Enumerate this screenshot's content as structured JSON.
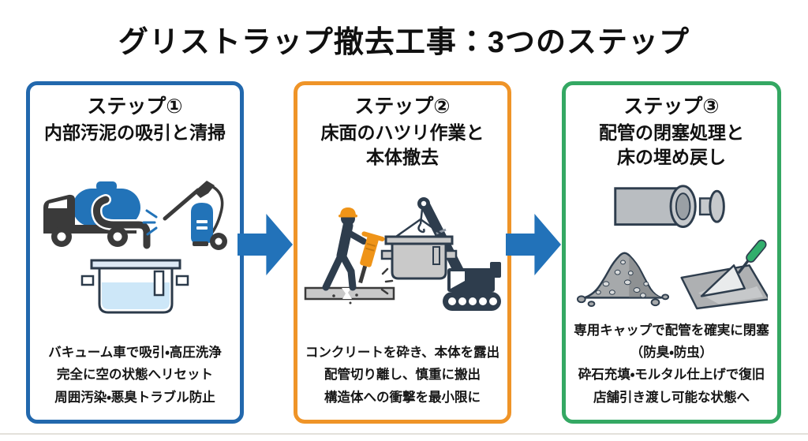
{
  "title": "グリストラップ撤去工事：3つのステップ",
  "colors": {
    "arrow": "#2272b9",
    "step1_border": "#2268ad",
    "step2_border": "#ef9428",
    "step3_border": "#34a863",
    "truck_tank_blue": "#2273b8",
    "machine_dark": "#2e3d4d",
    "equipment_orange": "#ef9418",
    "trowel_handle_green": "#31ae6c"
  },
  "steps": [
    {
      "label": "ステップ①",
      "border_color": "#2268ad",
      "title_lines": [
        "内部汚泥の吸引と清掃"
      ],
      "icons": [
        "vacuum-truck-icon",
        "pressure-washer-icon",
        "grease-trap-icon"
      ],
      "body_lines": [
        "バキューム車で吸引・高圧洗浄",
        "完全に空の状態へリセット",
        "周囲汚染・悪臭トラブル防止"
      ]
    },
    {
      "label": "ステップ②",
      "border_color": "#ef9428",
      "title_lines": [
        "床面のハツリ作業と",
        "本体撤去"
      ],
      "icons": [
        "jackhammer-worker-icon",
        "crane-lifting-icon"
      ],
      "body_lines": [
        "コンクリートを砕き、本体を露出",
        "配管切り離し、慎重に搬出",
        "構造体への衝撃を最小限に"
      ]
    },
    {
      "label": "ステップ③",
      "border_color": "#34a863",
      "title_lines": [
        "配管の閉塞処理と",
        "床の埋め戻し"
      ],
      "icons": [
        "capped-pipe-icon",
        "gravel-pile-icon",
        "mortar-trowel-icon"
      ],
      "body_lines": [
        "専用キャップで配管を確実に閉塞",
        "（防臭・防虫）",
        "砕石充填・モルタル仕上げで復旧",
        "店舗引き渡し可能な状態へ"
      ]
    }
  ]
}
